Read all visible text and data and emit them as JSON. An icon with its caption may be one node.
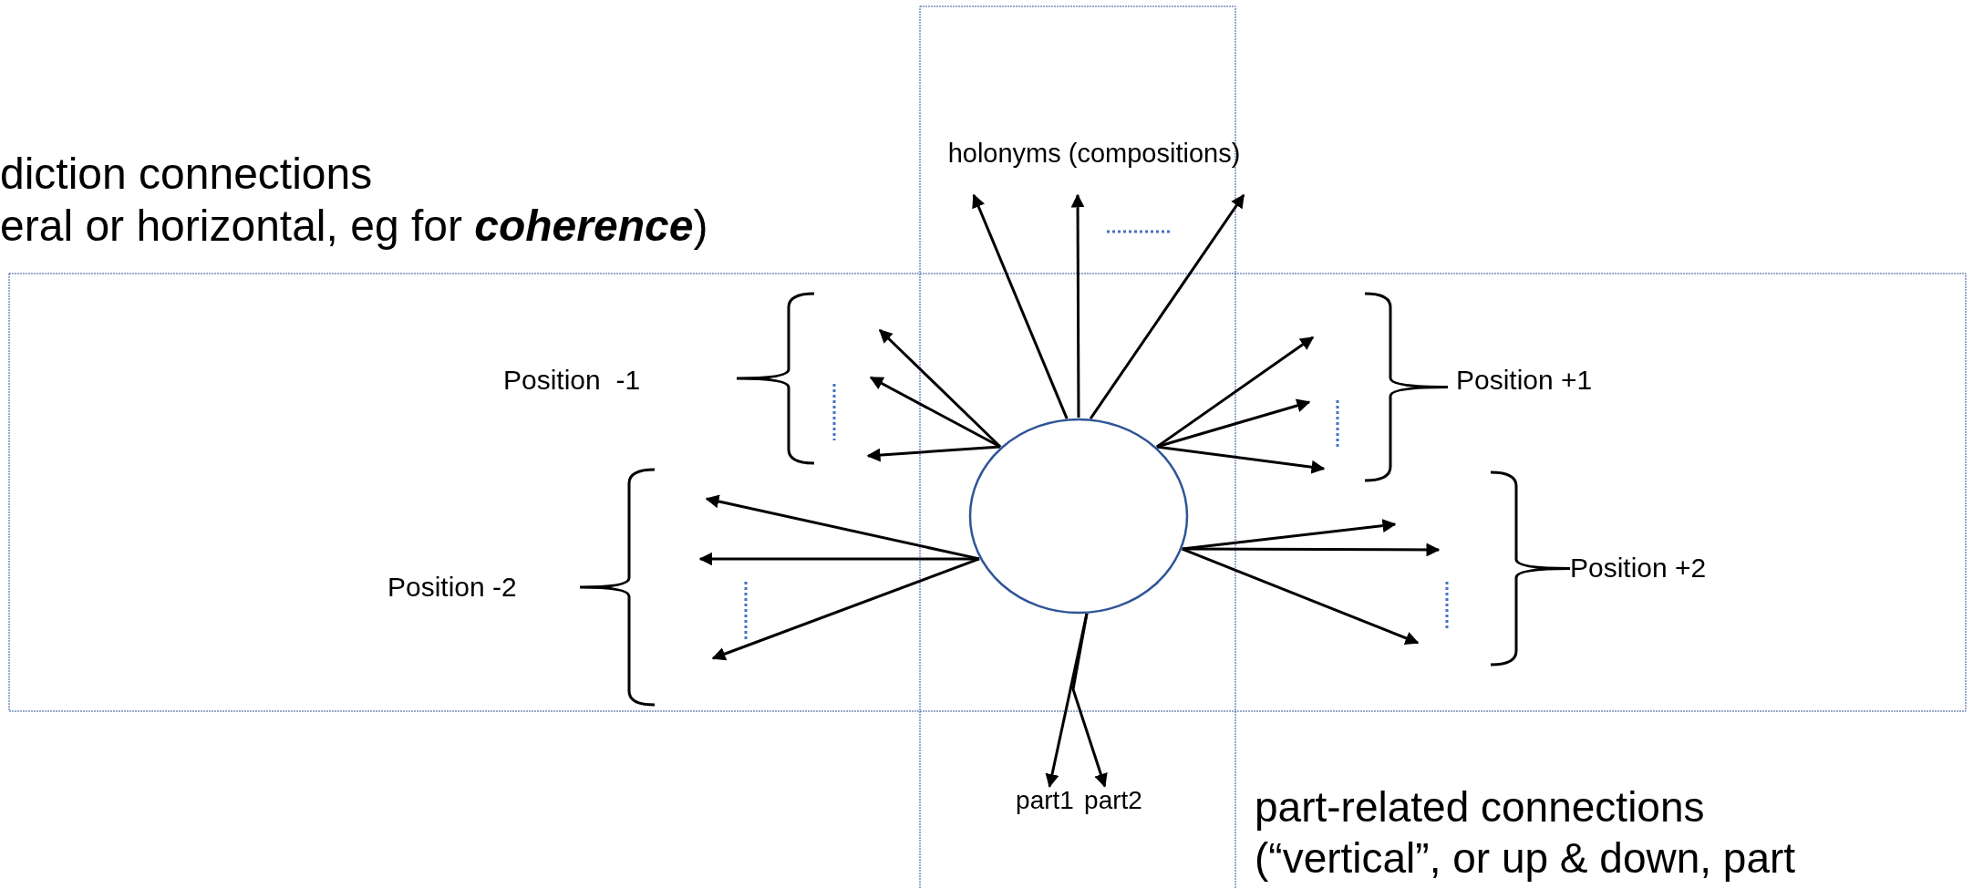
{
  "diagram": {
    "nodes": [
      {
        "text": [],
        "shape": "circle"
      },
      {
        "text": [
          "holonyms (compositions)"
        ]
      },
      {
        "text": [
          "part1"
        ]
      },
      {
        "text": [
          "part2"
        ]
      }
    ],
    "edges": [
      {
        "from": 0,
        "to": 1,
        "arrow": "to"
      },
      {
        "from": 0,
        "to": 1,
        "arrow": "to"
      },
      {
        "from": 0,
        "to": 1,
        "arrow": "to"
      },
      {
        "from": 0,
        "to": null,
        "arrow": "to"
      },
      {
        "from": 0,
        "to": null,
        "arrow": "to"
      },
      {
        "from": 0,
        "to": null,
        "arrow": "to"
      },
      {
        "from": 0,
        "to": null,
        "arrow": "to"
      },
      {
        "from": 0,
        "to": null,
        "arrow": "to"
      },
      {
        "from": 0,
        "to": null,
        "arrow": "to"
      },
      {
        "from": 0,
        "to": null,
        "arrow": "to"
      },
      {
        "from": 0,
        "to": null,
        "arrow": "to"
      },
      {
        "from": 0,
        "to": null,
        "arrow": "to"
      },
      {
        "from": 0,
        "to": null,
        "arrow": "to"
      },
      {
        "from": 0,
        "to": null,
        "arrow": "to"
      },
      {
        "from": 0,
        "to": null,
        "arrow": "to"
      },
      {
        "from": 0,
        "to": 2,
        "arrow": "to"
      },
      {
        "from": 0,
        "to": 3,
        "arrow": "to"
      }
    ],
    "labels": [
      "diction connections",
      "eral or horizontal, eg for **coherence**)",
      "Position  -1",
      "Position +1",
      "Position -2",
      "Position +2",
      "part-related connections",
      "(“vertical”, or up & down, part"
    ]
  }
}
